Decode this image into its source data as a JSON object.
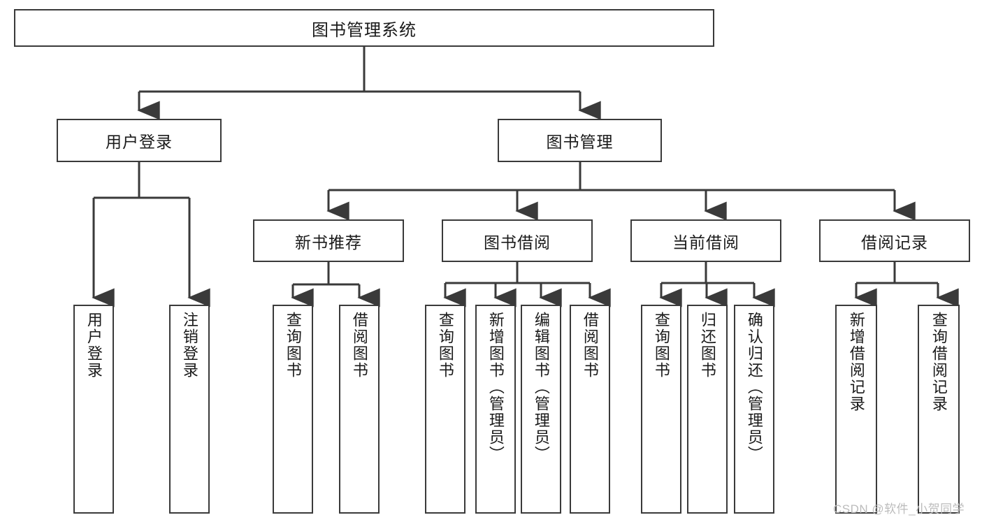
{
  "diagram": {
    "title": "图书管理系统",
    "type": "tree-hierarchy",
    "root": {
      "label": "图书管理系统"
    },
    "level2": [
      {
        "label": "用户登录"
      },
      {
        "label": "图书管理"
      }
    ],
    "level3": [
      {
        "label": "新书推荐"
      },
      {
        "label": "图书借阅"
      },
      {
        "label": "当前借阅"
      },
      {
        "label": "借阅记录"
      }
    ],
    "leaves": {
      "user_login": [
        {
          "label": "用户登录"
        },
        {
          "label": "注销登录"
        }
      ],
      "new_book_recommend": [
        {
          "label": "查询图书"
        },
        {
          "label": "借阅图书"
        }
      ],
      "book_borrow": [
        {
          "label": "查询图书"
        },
        {
          "label": "新增图书（管理员）"
        },
        {
          "label": "编辑图书（管理员）"
        },
        {
          "label": "借阅图书"
        }
      ],
      "current_borrow": [
        {
          "label": "查询图书"
        },
        {
          "label": "归还图书"
        },
        {
          "label": "确认归还（管理员）"
        }
      ],
      "borrow_record": [
        {
          "label": "新增借阅记录"
        },
        {
          "label": "查询借阅记录"
        }
      ]
    },
    "watermark": "CSDN @软件_小贺同学",
    "colors": {
      "box_border": "#3a3a3a",
      "box_fill": "#ffffff",
      "edge": "#3a3a3a",
      "text": "#1a1a1a",
      "watermark": "#bcbcbc",
      "background": "#ffffff"
    }
  }
}
